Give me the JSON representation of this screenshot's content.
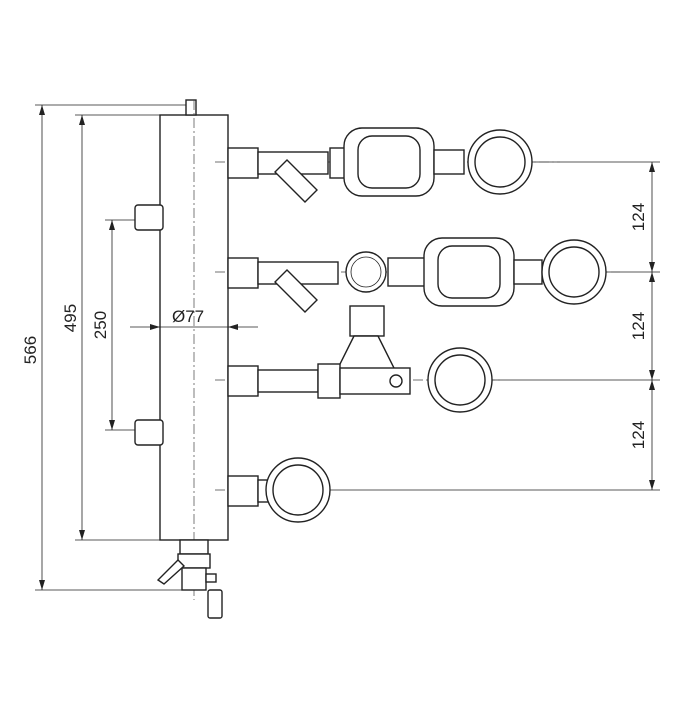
{
  "dimensions": {
    "total_height": "566",
    "tank_height": "495",
    "port_spacing": "250",
    "diameter": "Ø77",
    "circuit_spacing_1": "124",
    "circuit_spacing_2": "124",
    "circuit_spacing_3": "124"
  }
}
